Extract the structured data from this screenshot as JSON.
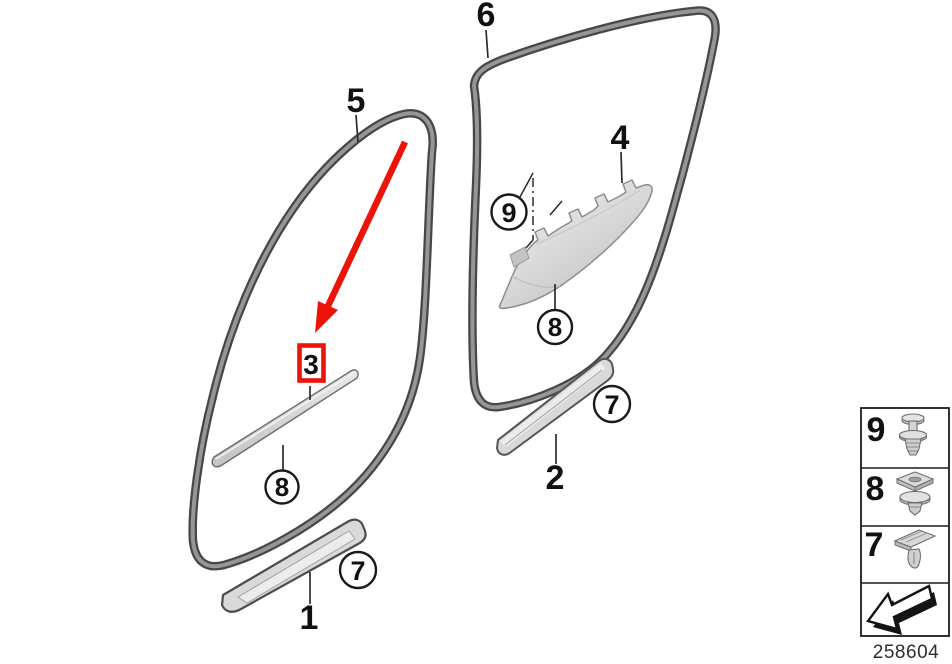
{
  "doc_number": "258604",
  "colors": {
    "highlight_red": "#ec1309",
    "seal_dark": "#474747",
    "seal_light": "#969696",
    "part_fill": "#d9d9d9",
    "outline_dark": "#1c1c1c"
  },
  "callouts": {
    "plain": [
      {
        "label": "1"
      },
      {
        "label": "2"
      },
      {
        "label": "3",
        "highlighted": true
      },
      {
        "label": "4"
      },
      {
        "label": "5"
      },
      {
        "label": "6"
      }
    ],
    "circled": [
      {
        "label": "7",
        "side": "left"
      },
      {
        "label": "8",
        "side": "left"
      },
      {
        "label": "9",
        "side": "right"
      },
      {
        "label": "8",
        "side": "right"
      },
      {
        "label": "7",
        "side": "right"
      }
    ]
  },
  "legend": {
    "rows": [
      {
        "label": "9",
        "icon": "expansion-rivet-icon"
      },
      {
        "label": "8",
        "icon": "grommet-nut-icon"
      },
      {
        "label": "7",
        "icon": "trim-clip-icon"
      },
      {
        "label": "",
        "icon": "direction-arrow-icon"
      }
    ]
  }
}
